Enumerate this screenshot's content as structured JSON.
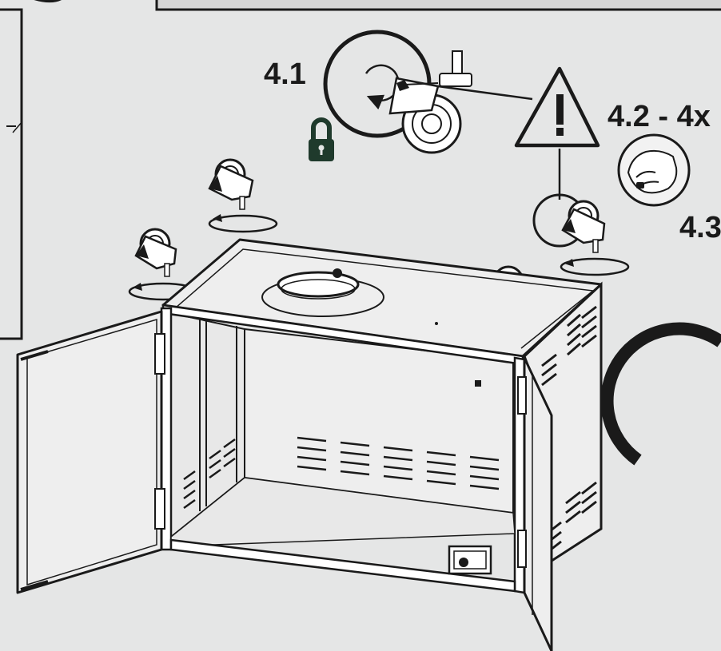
{
  "steps": {
    "lock_caster": "4.1",
    "tighten_casters": "4.2 - 4x",
    "caution": "4.3"
  },
  "icons": {
    "warning": "warning-triangle-icon",
    "lock": "padlock-icon",
    "hand": "hand-tighten-icon",
    "rotate": "rotate-arrow-icon"
  },
  "colors": {
    "background": "#e5e6e6",
    "line": "#1a1a1a",
    "lock": "#1f3a2c",
    "panel": "#eeeeee"
  }
}
